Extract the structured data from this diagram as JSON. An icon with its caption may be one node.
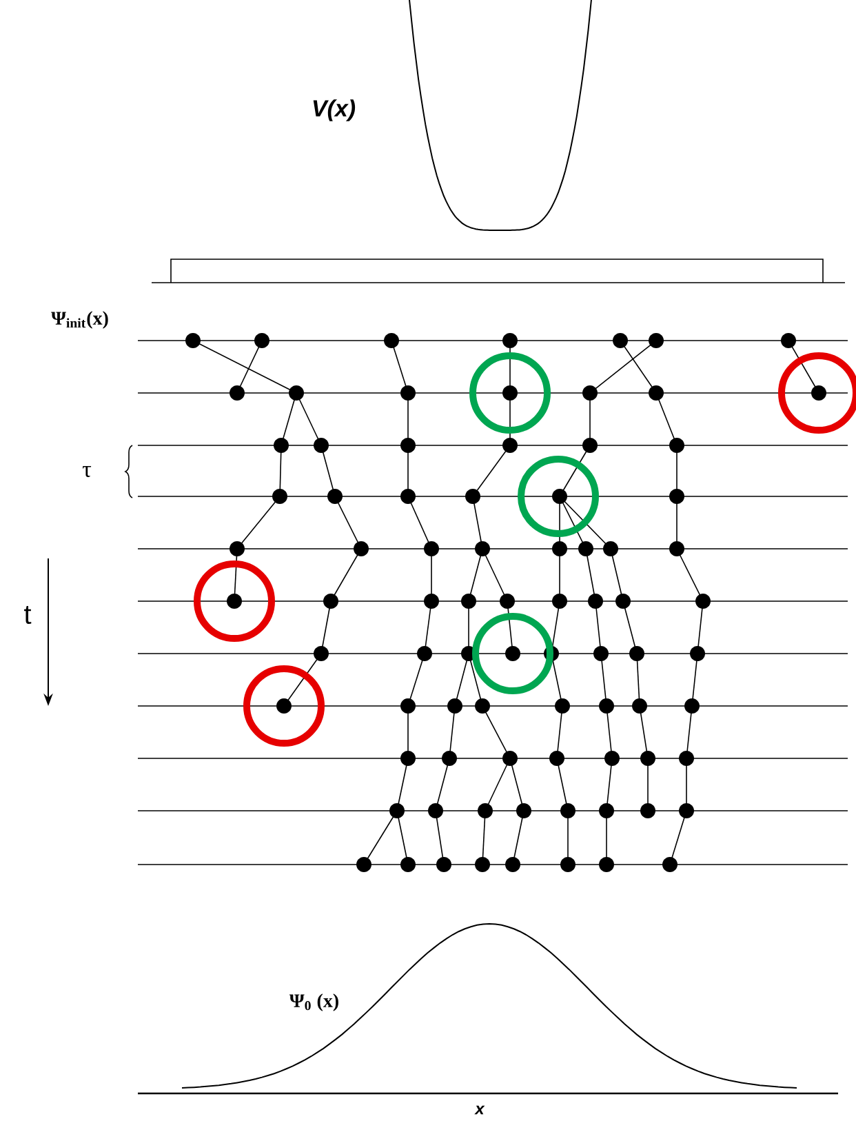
{
  "diagram": {
    "labels": [
      "V(x)",
      "Ψ$_{init}$(x)",
      "τ",
      "t",
      "Ψ$_{0}$ (x)",
      "x"
    ]
  }
}
